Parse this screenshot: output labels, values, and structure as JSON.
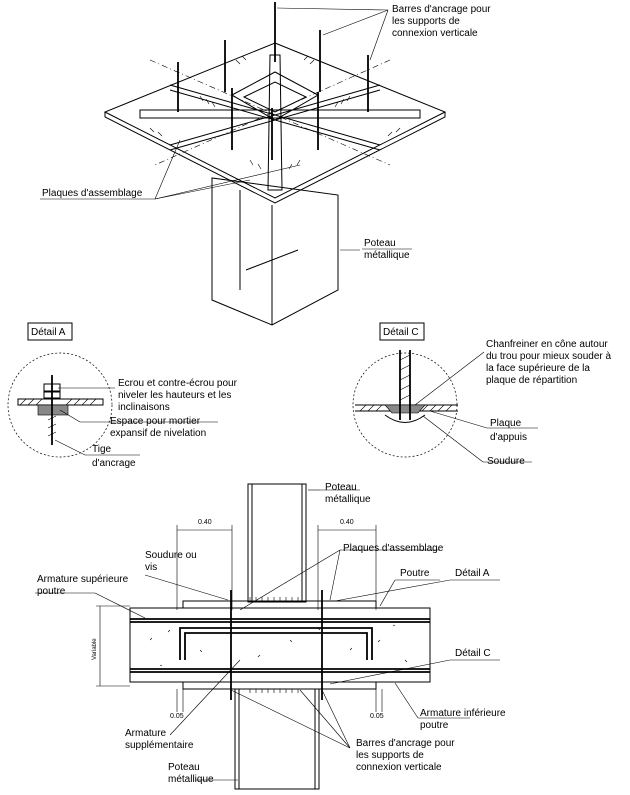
{
  "labels": {
    "anchor_bars_top": [
      "Barres d'ancrage pour",
      "les supports de",
      "connexion verticale"
    ],
    "assembly_plates_top": "Plaques d'assemblage",
    "steel_column_top": [
      "Poteau",
      "métallique"
    ],
    "detail_a_title": "Détail A",
    "detail_c_title": "Détail C",
    "nut_counter_nut": [
      "Ecrou et contre-écrou pour",
      "niveler les hauteurs et les",
      "inclinaisons"
    ],
    "mortar_space": [
      "Espace pour mortier",
      "expansif de nivelation"
    ],
    "anchor_rod": [
      "Tige",
      "d'ancrage"
    ],
    "chamfer": [
      "Chanfreiner en cône autour",
      "du trou pour mieux souder à",
      "la face supérieure de la",
      "plaque de répartition"
    ],
    "bearing_plate": [
      "Plaque",
      "d'appuis"
    ],
    "weld": "Soudure",
    "steel_column_mid": [
      "Poteau",
      "métallique"
    ],
    "dim_040_left": "0.40",
    "dim_040_right": "0.40",
    "weld_or_screw": [
      "Soudure ou",
      "vis"
    ],
    "assembly_plates_mid": "Plaques d'assemblage",
    "top_reinforcement": [
      "Armature supérieure",
      "poutre"
    ],
    "beam": "Poutre",
    "detail_a_ref": "Détail A",
    "variable": "Variable",
    "detail_c_ref": "Détail C",
    "dim_005_left": "0.05",
    "dim_005_right": "0.05",
    "bottom_reinforcement": [
      "Armature inférieure",
      "poutre"
    ],
    "extra_reinforcement": [
      "Armature",
      "supplémentaire"
    ],
    "anchor_bars_bottom": [
      "Barres d'ancrage pour",
      "les supports de",
      "connexion verticale"
    ],
    "steel_column_bottom": [
      "Poteau",
      "métallique"
    ]
  }
}
